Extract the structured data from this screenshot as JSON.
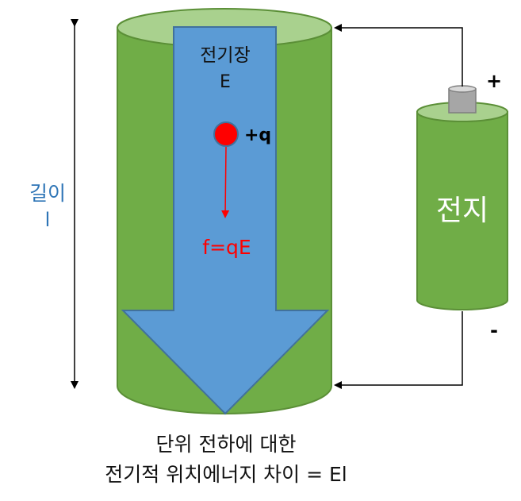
{
  "cylinder": {
    "field_label": "전기장",
    "field_symbol": "E",
    "charge_label": "+q",
    "force_label": "f=qE"
  },
  "length": {
    "label": "길이",
    "symbol": "l"
  },
  "battery": {
    "label": "전지",
    "plus": "+",
    "minus": "-"
  },
  "caption": {
    "line1": "단위 전하에 대한",
    "line2": "전기적 위치에너지 차이 = El"
  },
  "colors": {
    "cylinder_body": "#70ad47",
    "cylinder_top": "#a9d18e",
    "arrow_fill": "#5b9bd5",
    "charge": "#ff0000",
    "length_label": "#2e75b6"
  }
}
